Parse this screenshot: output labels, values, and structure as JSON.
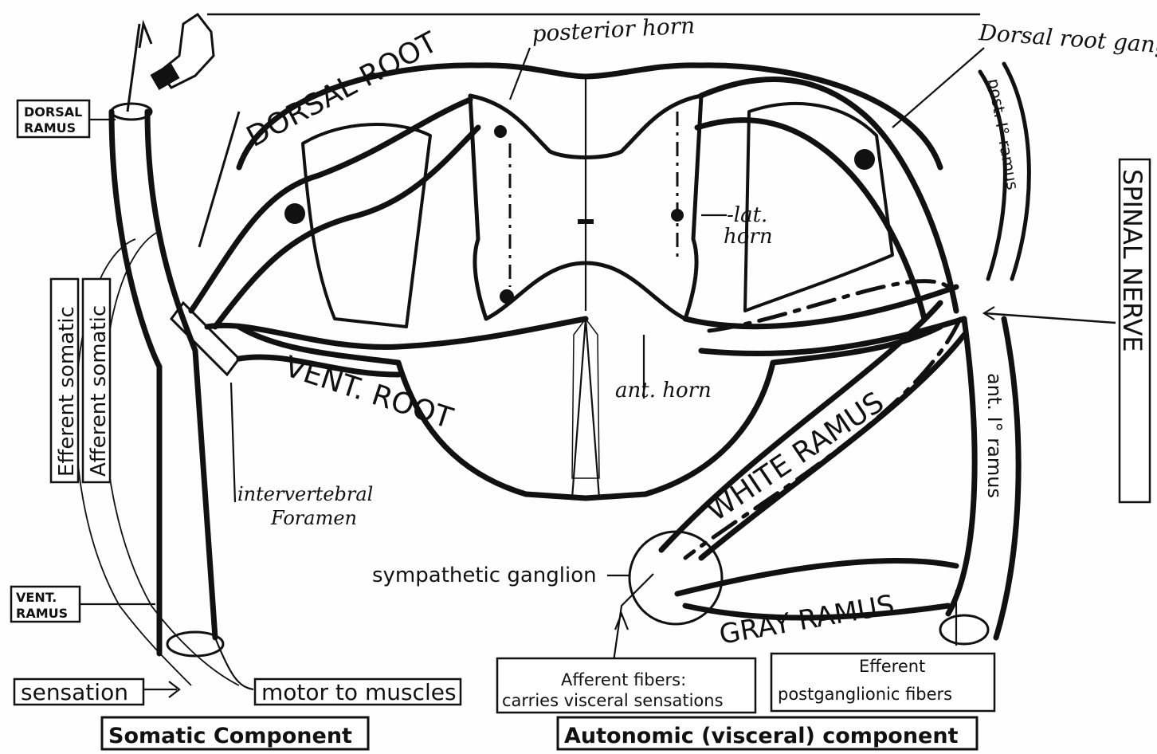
{
  "labels": {
    "dorsal_root": "DORSAL ROOT",
    "posterior_horn": "posterior horn",
    "dorsal_root_ganglion": "Dorsal root gangl",
    "post_ramus": "post. I° ramus",
    "spinal_nerve": "SPINAL NERVE",
    "dorsal_ramus": [
      "DORSAL",
      "RAMUS"
    ],
    "lat_horn": [
      "-lat.",
      "horn"
    ],
    "efferent_somatic": "Efferent somatic",
    "afferent_somatic": "Afferent somatic",
    "vent_root": "VENT. ROOT",
    "ant_horn": "ant. horn",
    "white_ramus": "WHITE RAMUS",
    "ant_ramus": "ant. I° ramus",
    "intervertebral_foramen": [
      "intervertebral",
      "Foramen"
    ],
    "sympathetic_ganglion": "sympathetic ganglion",
    "gray_ramus": "GRAY RAMUS",
    "vent_ramus": [
      "VENT.",
      "RAMUS"
    ],
    "sensation": "sensation",
    "motor_to_muscles": "motor to muscles",
    "afferent_fibers": [
      "Afferent  fibers:",
      "carries  visceral  sensations"
    ],
    "efferent_postganglionic": [
      "Efferent",
      "postganglionic     fibers"
    ],
    "somatic_component": "Somatic Component",
    "autonomic_component": "Autonomic (visceral) component"
  },
  "colors": {
    "ink": "#111111",
    "paper": "#fefefe"
  },
  "icons": [
    "pointing-hand-icon"
  ]
}
